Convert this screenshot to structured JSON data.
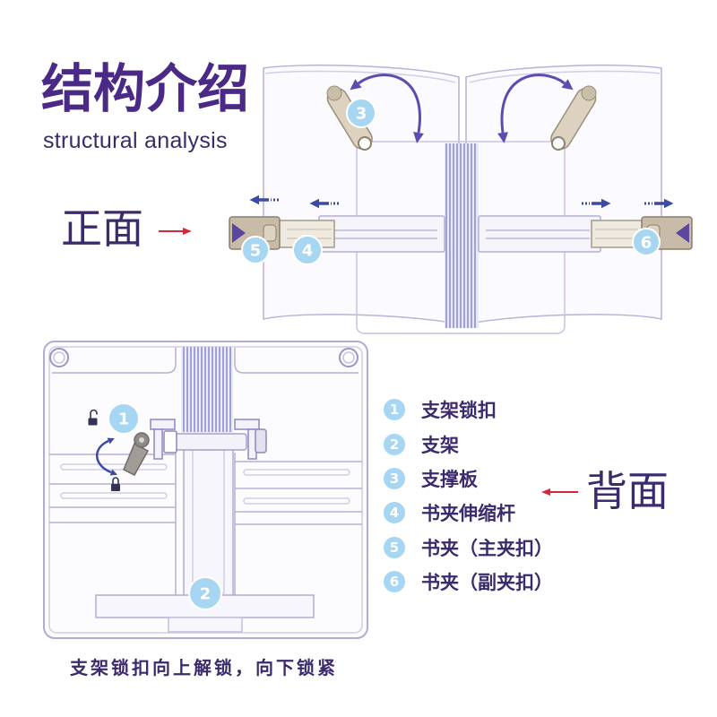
{
  "title": "结构介绍",
  "subtitle": "structural analysis",
  "front_label": "正面",
  "back_label": "背面",
  "caption": "支架锁扣向上解锁，向下锁紧",
  "diagram": {
    "front_badges": {
      "support_board": "3",
      "main_clip": "5",
      "extension_rod": "4",
      "secondary_clip": "6"
    },
    "back_badges": {
      "stand_lock": "1",
      "stand": "2"
    }
  },
  "legend": [
    {
      "num": "1",
      "label": "支架锁扣"
    },
    {
      "num": "2",
      "label": "支架"
    },
    {
      "num": "3",
      "label": "支撑板"
    },
    {
      "num": "4",
      "label": "书夹伸缩杆"
    },
    {
      "num": "5",
      "label": "书夹（主夹扣）"
    },
    {
      "num": "6",
      "label": "书夹（副夹扣）"
    }
  ],
  "icons": [
    "unlocked-padlock-icon",
    "locked-padlock-icon",
    "red-arrow-right-icon",
    "red-arrow-left-icon",
    "blue-arrow-icon",
    "curved-rotate-arrow-icon"
  ],
  "colors": {
    "title": "#4b2a87",
    "text": "#3b2a6c",
    "badge": "#a6d6f1",
    "alert_arrow": "#d2283c",
    "motion_arrow": "#3c4aa6"
  }
}
